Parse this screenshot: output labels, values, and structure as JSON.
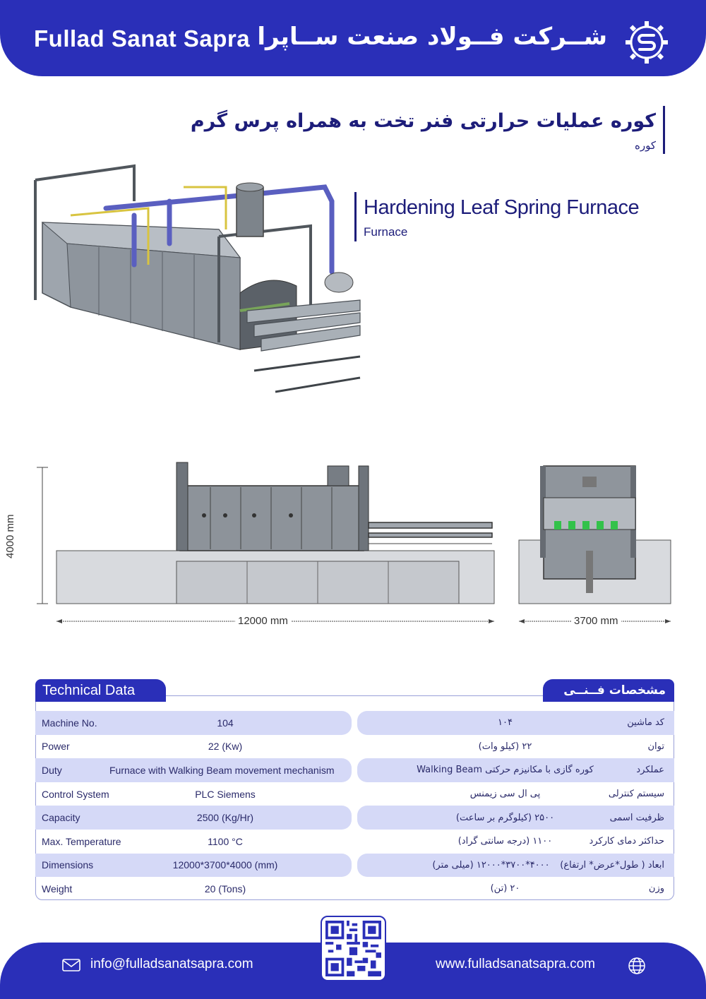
{
  "header": {
    "brand_en": "Fullad Sanat Sapra",
    "brand_fa": "شــرکت فــولاد صنعت ســاپرا"
  },
  "product": {
    "title_fa": "کوره عملیات حرارتی فنر تخت به همراه پرس گرم",
    "subtitle_fa": "کوره",
    "title_en": "Hardening Leaf Spring Furnace",
    "subtitle_en": "Furnace"
  },
  "dimensions": {
    "height_label": "4000 mm",
    "length_label": "12000 mm",
    "width_label": "3700 mm"
  },
  "technical": {
    "tab_en": "Technical Data",
    "tab_fa": "مشخصات فــنــی",
    "rows_en": [
      {
        "label": "Machine No.",
        "value": "104"
      },
      {
        "label": "Power",
        "value": "22 (Kw)"
      },
      {
        "label": "Duty",
        "value": "Furnace with Walking Beam movement mechanism"
      },
      {
        "label": "Control System",
        "value": "PLC Siemens"
      },
      {
        "label": "Capacity",
        "value": "2500 (Kg/Hr)"
      },
      {
        "label": "Max. Temperature",
        "value": "1100 °C"
      },
      {
        "label": "Dimensions",
        "value": "12000*3700*4000 (mm)"
      },
      {
        "label": "Weight",
        "value": "20 (Tons)"
      }
    ],
    "rows_fa": [
      {
        "label": "کد ماشین",
        "value": "۱۰۴"
      },
      {
        "label": "توان",
        "value": "۲۲ (کیلو وات)"
      },
      {
        "label": "عملکرد",
        "value": "کوره گازی با مکانیزم حرکتی Walking Beam"
      },
      {
        "label": "سیستم کنترلی",
        "value": "پی ال سی زیمنس"
      },
      {
        "label": "ظرفیت اسمی",
        "value": "۲۵۰۰ (کیلوگرم بر ساعت)"
      },
      {
        "label": "حداکثر دمای کارکرد",
        "value": "۱۱۰۰ (درجه سانتی گراد)"
      },
      {
        "label": "ابعاد ( طول*عرض* ارتفاع)",
        "value": "۴۰۰۰*۳۷۰۰*۱۲۰۰۰ (میلی متر)"
      },
      {
        "label": "وزن",
        "value": "۲۰ (تن)"
      }
    ]
  },
  "footer": {
    "email": "info@fulladsanatsapra.com",
    "website": "www.fulladsanatsapra.com"
  },
  "colors": {
    "brand_blue": "#2a2fb8",
    "row_shade": "#d5d9f7"
  }
}
